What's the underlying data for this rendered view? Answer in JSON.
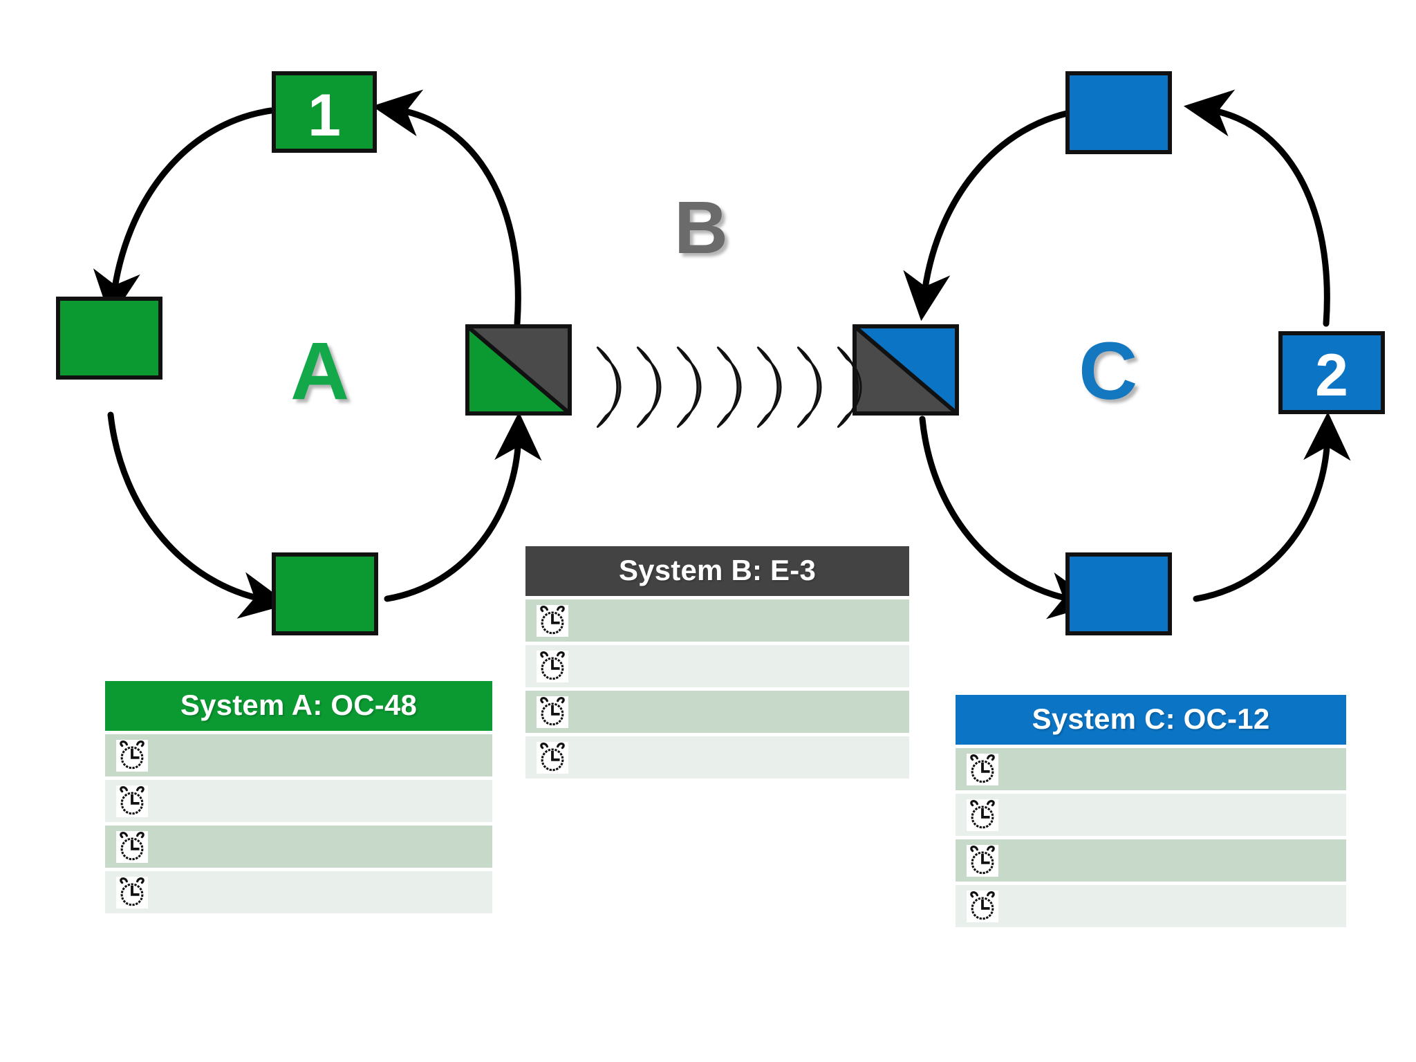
{
  "diagram": {
    "title_letters": {
      "ring_a": "A",
      "ring_b": "B",
      "ring_c": "C"
    },
    "colors": {
      "green": "#0b9a32",
      "green_letter": "#13a94b",
      "blue": "#0b74c4",
      "blue_letter": "#1478c0",
      "dark_gray": "#434343",
      "gray_letter": "#6b6b6b",
      "wave_gray": "#4a4a4a",
      "row_odd": "#c7d9c9",
      "row_even": "#e9efeb",
      "outline": "#111111"
    },
    "rings": [
      {
        "name": "ring-a",
        "letter": "A",
        "color": "#0b9a32",
        "nodes": [
          {
            "id": "a-top",
            "label": "1",
            "type": "plain",
            "position": "top"
          },
          {
            "id": "a-left",
            "label": "",
            "type": "plain",
            "position": "left"
          },
          {
            "id": "a-bottom",
            "label": "",
            "type": "plain",
            "position": "bottom"
          },
          {
            "id": "a-gateway",
            "label": "",
            "type": "split",
            "position": "right",
            "fill_lower_left": "#0b9a32",
            "fill_upper_right": "#4a4a4a"
          }
        ],
        "direction": "counterclockwise"
      },
      {
        "name": "ring-c",
        "letter": "C",
        "color": "#0b74c4",
        "nodes": [
          {
            "id": "c-top",
            "label": "",
            "type": "plain",
            "position": "top"
          },
          {
            "id": "c-gateway",
            "label": "",
            "type": "split",
            "position": "left",
            "fill_lower_left": "#4a4a4a",
            "fill_upper_right": "#0b74c4"
          },
          {
            "id": "c-bottom",
            "label": "",
            "type": "plain",
            "position": "bottom"
          },
          {
            "id": "c-right",
            "label": "2",
            "type": "plain",
            "position": "right"
          }
        ],
        "direction": "counterclockwise"
      }
    ],
    "link_b": {
      "label": "B",
      "wave_count": 7,
      "style": "crescent-arcs",
      "color": "#4a4a4a"
    }
  },
  "legends": [
    {
      "id": "sysA",
      "title": "System A: OC-48",
      "header_color": "#0b9a32",
      "rows": [
        {
          "icon": "alarm-clock-icon",
          "text": ""
        },
        {
          "icon": "alarm-clock-icon",
          "text": ""
        },
        {
          "icon": "alarm-clock-icon",
          "text": ""
        },
        {
          "icon": "alarm-clock-icon",
          "text": ""
        }
      ]
    },
    {
      "id": "sysB",
      "title": "System B: E-3",
      "header_color": "#434343",
      "rows": [
        {
          "icon": "alarm-clock-icon",
          "text": ""
        },
        {
          "icon": "alarm-clock-icon",
          "text": ""
        },
        {
          "icon": "alarm-clock-icon",
          "text": ""
        },
        {
          "icon": "alarm-clock-icon",
          "text": ""
        }
      ]
    },
    {
      "id": "sysC",
      "title": "System C: OC-12",
      "header_color": "#0b74c4",
      "rows": [
        {
          "icon": "alarm-clock-icon",
          "text": ""
        },
        {
          "icon": "alarm-clock-icon",
          "text": ""
        },
        {
          "icon": "alarm-clock-icon",
          "text": ""
        },
        {
          "icon": "alarm-clock-icon",
          "text": ""
        }
      ]
    }
  ]
}
